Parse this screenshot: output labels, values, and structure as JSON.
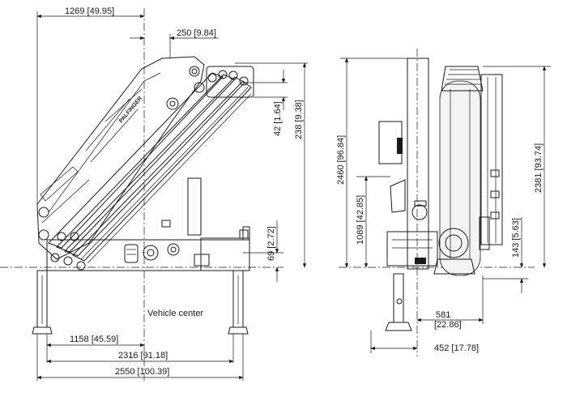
{
  "drawing": {
    "brand_logo": "PALFINGER",
    "vehicle_center_label": "Vehicle center",
    "dimensions": {
      "top_1269": "1269  [49.95]",
      "top_250": "250  [9.84]",
      "right_42": "42  [1.64]",
      "right_238": "238  [9.38]",
      "right_69": "69  [2.72]",
      "bottom_1158": "1158  [45.59]",
      "bottom_2316": "2316  [91.18]",
      "bottom_2550": "2550  [100.39]",
      "side_2460": "2460  [96.84]",
      "side_1089": "1089  [42.85]",
      "side_2381": "2381  [93.74]",
      "side_143": "143  [5.63]",
      "side_581": "581",
      "side_581_in": "[22.86]",
      "side_452": "452  [17.78]"
    }
  }
}
